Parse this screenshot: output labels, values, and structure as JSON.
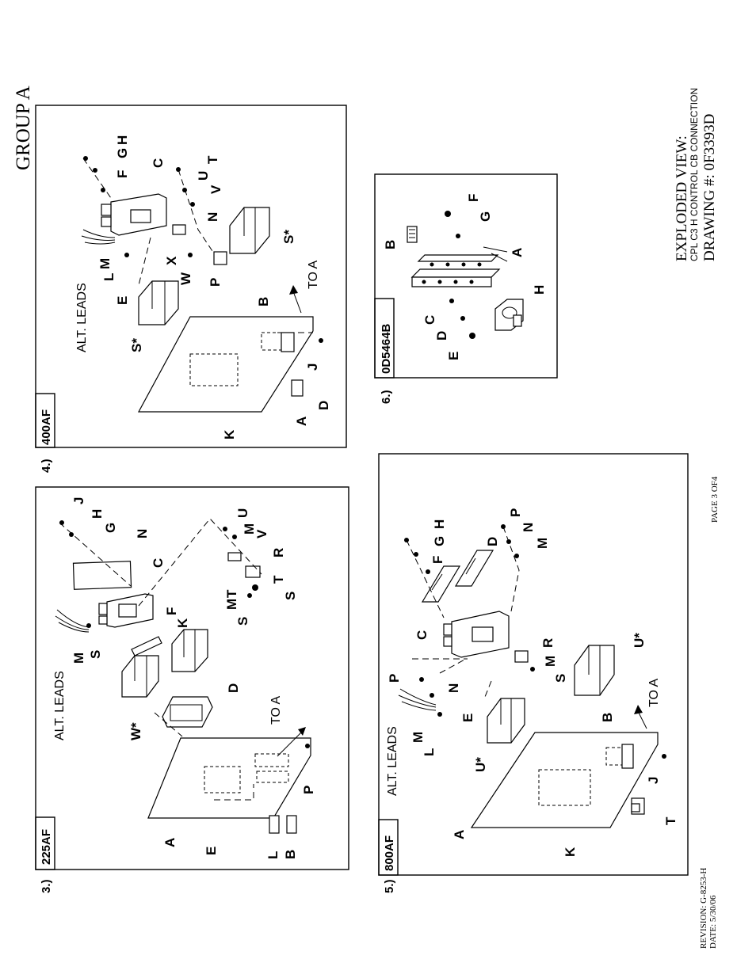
{
  "header": {
    "group": "GROUP A"
  },
  "title_block": {
    "line1": "EXPLODED VIEW:",
    "line2": "CPL C3 H CONTROL  CB CONNECTION",
    "line3": "DRAWING #: 0F3393D"
  },
  "page_info": {
    "page": "PAGE 3 OF4"
  },
  "revision": {
    "rev": "REVISION: G-8253-H",
    "date": "DATE: 5/30/06"
  },
  "views": {
    "v3": {
      "number": "3.)",
      "frame": "225AF",
      "alt_leads": "ALT. LEADS",
      "to_a": "TO A",
      "labels": [
        "A",
        "B",
        "C",
        "D",
        "E",
        "F",
        "G",
        "H",
        "J",
        "K",
        "L",
        "M",
        "N",
        "P",
        "R",
        "S",
        "T",
        "U",
        "V",
        "W*",
        "S",
        "M",
        "M",
        "T",
        "S"
      ]
    },
    "v4": {
      "number": "4.)",
      "frame": "400AF",
      "alt_leads": "ALT. LEADS",
      "to_a": "TO A",
      "labels": [
        "A",
        "B",
        "C",
        "D",
        "E",
        "F",
        "G",
        "H",
        "J",
        "K",
        "L",
        "M",
        "N",
        "P",
        "S*",
        "T",
        "U",
        "V",
        "W",
        "X",
        "S*"
      ]
    },
    "v5": {
      "number": "5.)",
      "frame": "800AF",
      "alt_leads": "ALT. LEADS",
      "to_a": "TO A",
      "labels": [
        "A",
        "B",
        "C",
        "D",
        "E",
        "F",
        "G",
        "H",
        "J",
        "K",
        "L",
        "M",
        "N",
        "P",
        "R",
        "S",
        "T",
        "U*",
        "M",
        "N",
        "P",
        "U*"
      ]
    },
    "v6": {
      "number": "6.)",
      "frame": "0D5464B",
      "labels": [
        "A",
        "B",
        "C",
        "D",
        "E",
        "F",
        "G",
        "H"
      ]
    }
  }
}
